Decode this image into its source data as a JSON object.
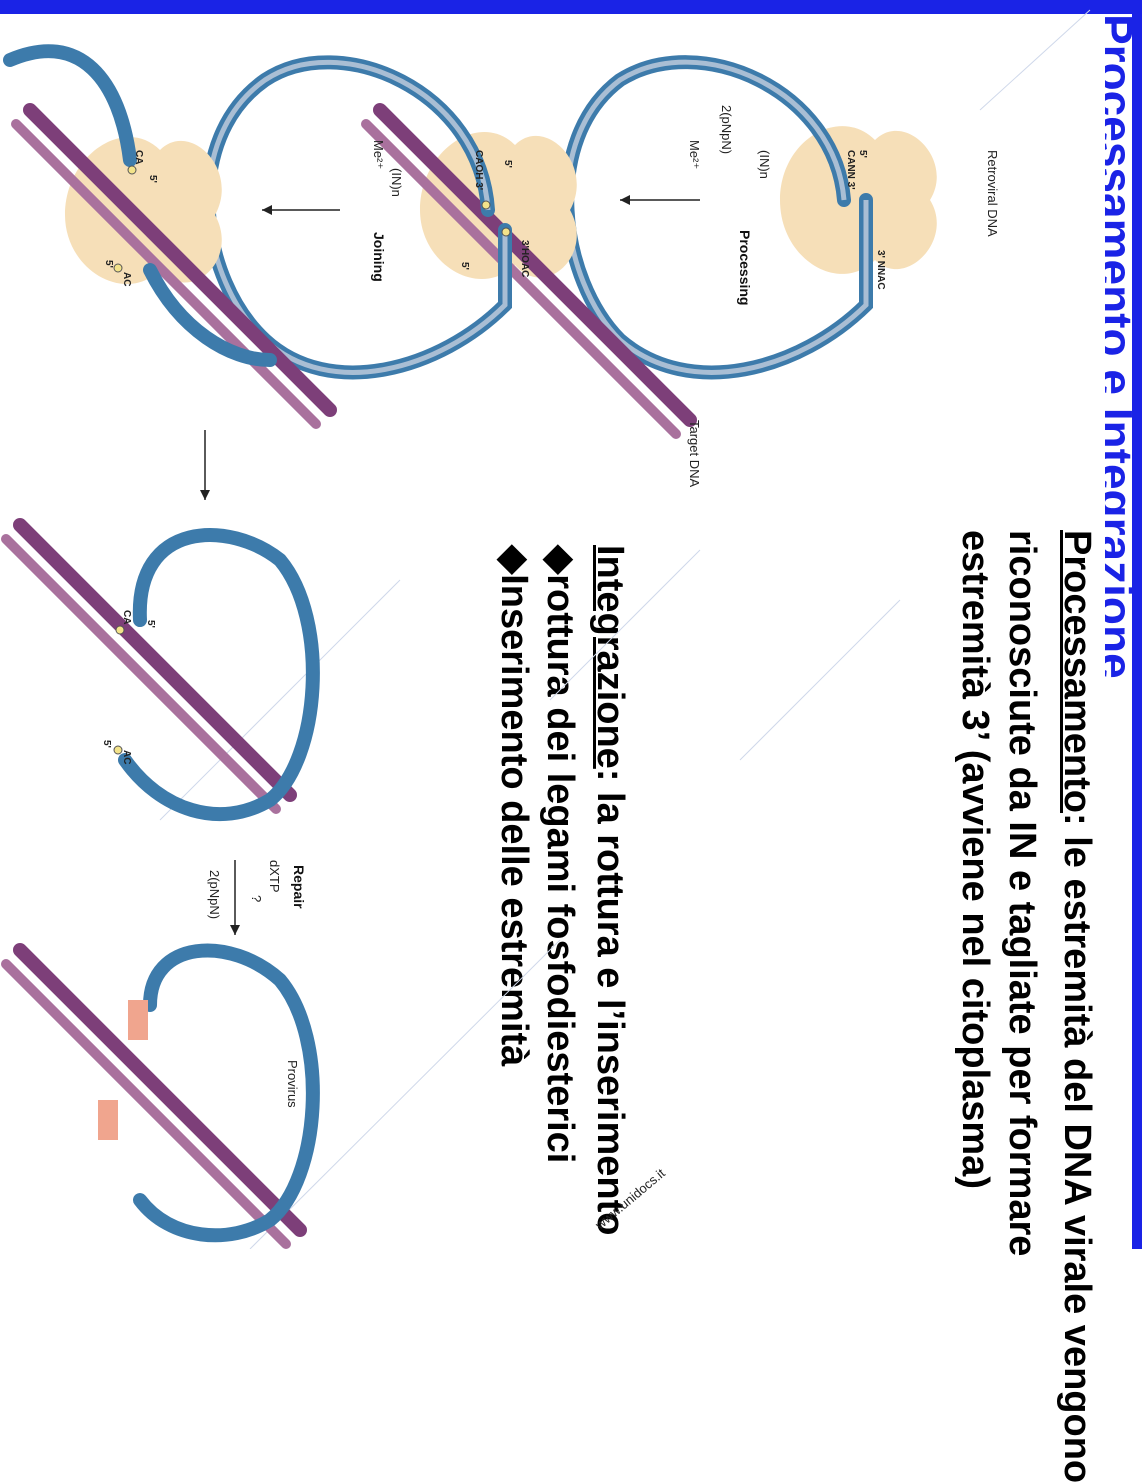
{
  "slide": {
    "title": "Processamento e Integrazione"
  },
  "text": {
    "processing_heading": "Processamento",
    "processing_line1": ": le estremità del DNA virale vengono",
    "processing_line2": "riconosciute da  IN e tagliate per formare",
    "processing_line3": "estremità 3’ (avviene nel citoplasma)",
    "integration_heading": "Integrazione",
    "integration_line1": ": la rottura e l’inserimento",
    "integration_bullet1": "rottura dei legami fosfodiesterici",
    "integration_bullet2": "Inserimento delle estremità"
  },
  "diagram": {
    "retroviral_dna": "Retroviral DNA",
    "target_dna": "Target DNA",
    "provirus": "Provirus",
    "in_n": "(IN)n",
    "processing": "Processing",
    "joining": "Joining",
    "repair": "Repair",
    "me2": "Me²⁺",
    "pnpn": "2(pNpN)",
    "dxtp": "dXTP",
    "question": "?",
    "cann": "CANN 3'",
    "nnac": "3' NNAC",
    "five_prime": "5'",
    "caoh": "CAOH 3'",
    "hoac": "3'HOAC",
    "ca": "CA",
    "ac": "AC"
  },
  "watermark": "www.unidocs.it",
  "colors": {
    "frame": "#1a23e6",
    "integrase": "#f6dfb8",
    "dna_outer": "#3d7bab",
    "dna_inner": "#a9bed4",
    "target_dna": "#7d3f79",
    "target_dna_light": "#a9719d",
    "repair_patch": "#f0a58e"
  }
}
